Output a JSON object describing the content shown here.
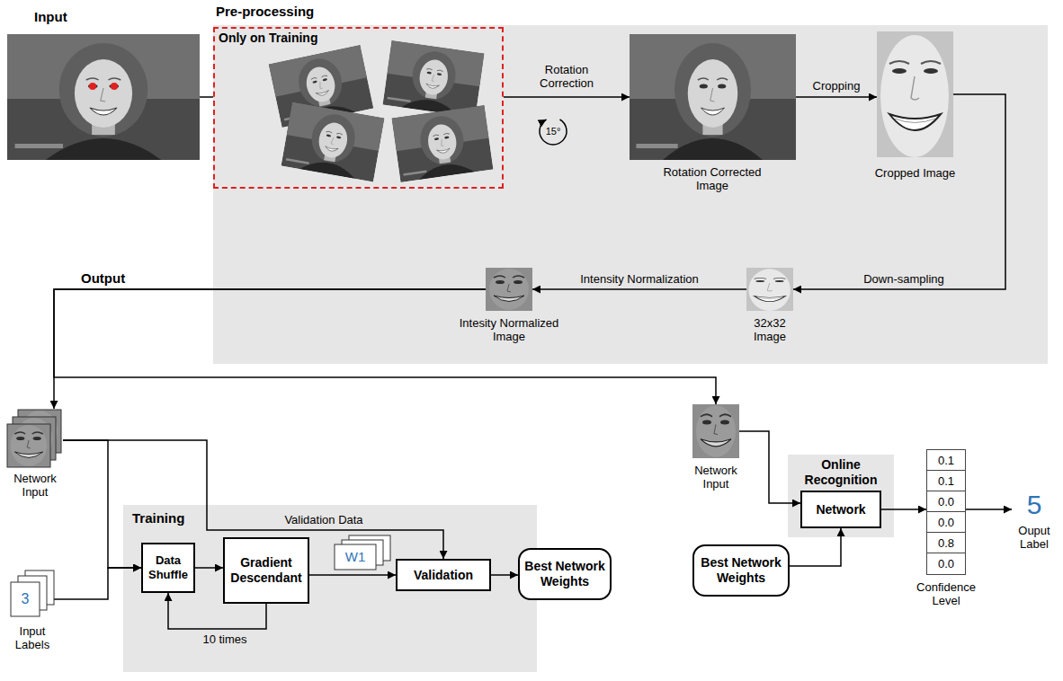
{
  "diagram": {
    "nodes": [
      {
        "text": [
          "Input"
        ]
      },
      {
        "text": [
          "Pre-processing"
        ]
      },
      {
        "text": [
          "Only on Training"
        ],
        "in": 1
      },
      {
        "text": [
          "Rotation Corrected Image"
        ],
        "in": 1
      },
      {
        "text": [
          "Cropped Image"
        ],
        "in": 1
      },
      {
        "text": [
          "32x32 Image"
        ],
        "in": 1
      },
      {
        "text": [
          "Intesity Normalized Image"
        ],
        "in": 1
      },
      {
        "text": [
          "Network Input"
        ]
      },
      {
        "text": [
          "3",
          "Input Labels"
        ]
      },
      {
        "text": [
          "Training"
        ]
      },
      {
        "text": [
          "Data Shuffle"
        ],
        "in": 9
      },
      {
        "text": [
          "Gradient Descendant"
        ],
        "in": 9
      },
      {
        "text": [
          "W1"
        ],
        "in": 9
      },
      {
        "text": [
          "Validation"
        ],
        "in": 9
      },
      {
        "text": [
          "Best Network Weights"
        ]
      },
      {
        "text": [
          "Network Input"
        ]
      },
      {
        "text": [
          "Online Recognition"
        ]
      },
      {
        "text": [
          "Network"
        ],
        "in": 16
      },
      {
        "text": [
          "Best Network Weights"
        ]
      },
      {
        "text": [
          "0.1",
          "0.1",
          "0.0",
          "0.0",
          "0.8",
          "0.0",
          "Confidence Level"
        ]
      },
      {
        "text": [
          "5",
          "Ouput Label"
        ]
      }
    ],
    "edges": [
      {
        "from": 0,
        "to": 2,
        "arrow": "none"
      },
      {
        "from": 2,
        "to": 3,
        "label": "Rotation Correction",
        "arrow": "to"
      },
      {
        "from": 3,
        "to": 4,
        "label": "Cropping",
        "arrow": "to"
      },
      {
        "from": 4,
        "to": 5,
        "label": "Down-sampling",
        "arrow": "to"
      },
      {
        "from": 5,
        "to": 6,
        "label": "Intensity Normalization",
        "arrow": "to"
      },
      {
        "from": 6,
        "to": 7,
        "arrow": "to"
      },
      {
        "from": 6,
        "to": 15,
        "arrow": "to"
      },
      {
        "from": 7,
        "to": 10,
        "arrow": "to"
      },
      {
        "from": 8,
        "to": 10,
        "arrow": "to"
      },
      {
        "from": 7,
        "to": 13,
        "label": "Validation Data",
        "arrow": "to"
      },
      {
        "from": 10,
        "to": 11,
        "arrow": "to"
      },
      {
        "from": 11,
        "to": 10,
        "label": "10 times",
        "arrow": "to"
      },
      {
        "from": 11,
        "to": 13,
        "arrow": "to"
      },
      {
        "from": 13,
        "to": 14,
        "arrow": "to"
      },
      {
        "from": 15,
        "to": 17,
        "arrow": "to"
      },
      {
        "from": 18,
        "to": 17,
        "arrow": "to"
      },
      {
        "from": 17,
        "to": 19,
        "arrow": "to"
      },
      {
        "from": 19,
        "to": 20,
        "arrow": "to"
      }
    ],
    "labels": [
      "15°",
      "Output"
    ]
  }
}
